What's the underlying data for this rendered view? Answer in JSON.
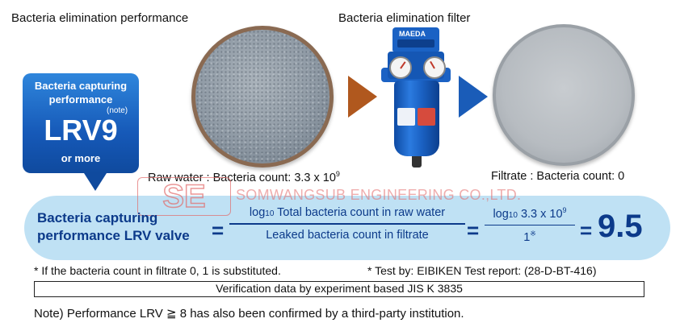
{
  "headings": {
    "performance": "Bacteria elimination performance",
    "filter": "Bacteria elimination filter"
  },
  "filter_brand": "MAEDA",
  "badge": {
    "line1": "Bacteria capturing",
    "line2": "performance",
    "note": "(note)",
    "big": "LRV9",
    "sub": "or more"
  },
  "captions": {
    "raw_water_label": "Raw water : Bacteria count: 3.3 x 10",
    "raw_water_exp": "9",
    "filtrate": "Filtrate : Bacteria count: 0"
  },
  "watermark": {
    "logo": "SE",
    "text": "SOMWANGSUB ENGINEERING CO.,LTD."
  },
  "formula": {
    "label_line1": "Bacteria capturing",
    "label_line2": "performance LRV valve",
    "eq1": "=",
    "log_prefix": "log",
    "log_base": "10",
    "num1_text": " Total bacteria count in raw water",
    "den1": "Leaked bacteria count in filtrate",
    "eq2": "=",
    "num2_text": " 3.3 x 10",
    "num2_exp": "9",
    "den2": "1",
    "den2_mark": "※",
    "eq3": "=",
    "result": "9.5"
  },
  "footnotes": {
    "substitution": "* If the bacteria count in filtrate 0, 1 is substituted.",
    "test": "* Test by: EIBIKEN Test report: (28-D-BT-416)"
  },
  "verification": "Verification data by experiment based JIS K 3835",
  "note": "Note) Performance LRV ≧ 8 has also been confirmed by a third-party institution.",
  "colors": {
    "brand_blue": "#1b62c4",
    "dark_navy": "#0c3a8a",
    "band_light_blue": "#bfe1f4",
    "arrow_brown": "#b0581e",
    "arrow_blue": "#1a5cb8",
    "watermark_red": "#e26b6b"
  }
}
